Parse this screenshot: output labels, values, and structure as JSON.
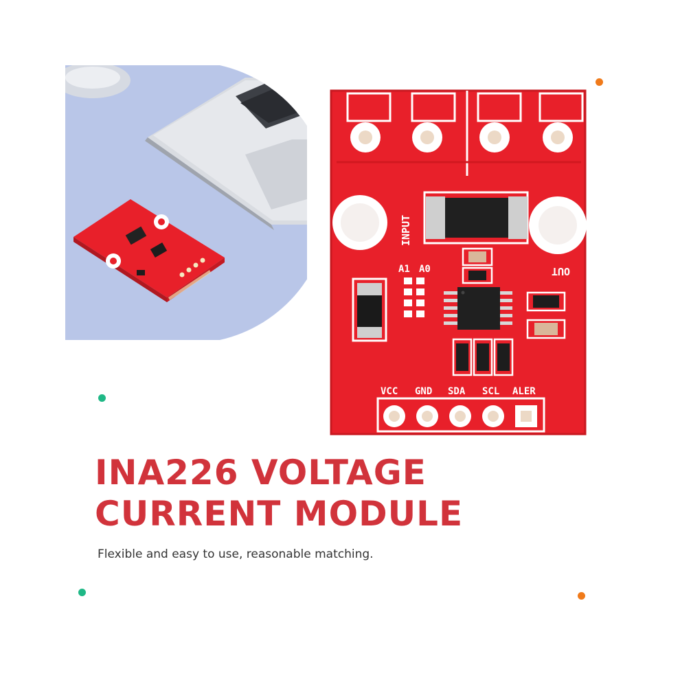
{
  "product": {
    "title_line1": "INA226 VOLTAGE",
    "title_line2": "CURRENT MODULE",
    "tagline": "Flexible and easy to use, reasonable matching."
  },
  "board": {
    "input_label": "INPUT",
    "output_label": "OUT",
    "addr_a1": "A1",
    "addr_a0": "A0",
    "pin_vcc": "VCC",
    "pin_gnd": "GND",
    "pin_sda": "SDA",
    "pin_scl": "SCL",
    "pin_alert": "ALER"
  },
  "colors": {
    "title_red": "#d1333b",
    "pcb_red": "#e8202a",
    "accent_orange": "#f07a1a",
    "accent_green": "#1fb886",
    "backdrop_blue": "#b9c6e8"
  }
}
